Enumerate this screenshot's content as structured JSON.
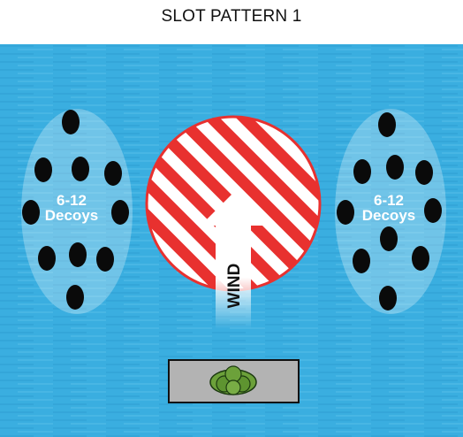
{
  "title": "SLOT PATTERN 1",
  "left_group": {
    "line1": "6-12",
    "line2": "Decoys"
  },
  "right_group": {
    "line1": "6-12",
    "line2": "Decoys"
  },
  "wind": {
    "label": "WIND"
  },
  "colors": {
    "water": "#3aaee0",
    "zone_stripe": "#e8312f",
    "decoy": "#0a0a0a",
    "blind_fill": "#b3b3b3",
    "hunters": "#6ca13a"
  }
}
